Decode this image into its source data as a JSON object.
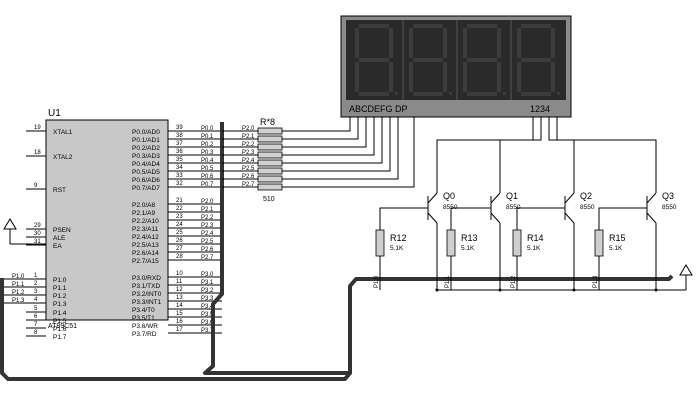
{
  "chip": {
    "ref": "U1",
    "part": "AT89C51",
    "left_pins": [
      {
        "num": "19",
        "name": "XTAL1"
      },
      {
        "num": "18",
        "name": "XTAL2"
      },
      {
        "num": "9",
        "name": "RST"
      },
      {
        "num": "29",
        "name": "PSEN"
      },
      {
        "num": "30",
        "name": "ALE"
      },
      {
        "num": "31",
        "name": "EA"
      },
      {
        "num": "1",
        "name": "P1.0"
      },
      {
        "num": "2",
        "name": "P1.1"
      },
      {
        "num": "3",
        "name": "P1.2"
      },
      {
        "num": "4",
        "name": "P1.3"
      },
      {
        "num": "5",
        "name": "P1.4"
      },
      {
        "num": "6",
        "name": "P1.5"
      },
      {
        "num": "7",
        "name": "P1.6"
      },
      {
        "num": "8",
        "name": "P1.7"
      }
    ],
    "right_pins": [
      {
        "num": "39",
        "name": "P0.0/AD0"
      },
      {
        "num": "38",
        "name": "P0.1/AD1"
      },
      {
        "num": "37",
        "name": "P0.2/AD2"
      },
      {
        "num": "36",
        "name": "P0.3/AD3"
      },
      {
        "num": "35",
        "name": "P0.4/AD4"
      },
      {
        "num": "34",
        "name": "P0.5/AD5"
      },
      {
        "num": "33",
        "name": "P0.6/AD6"
      },
      {
        "num": "32",
        "name": "P0.7/AD7"
      },
      {
        "num": "21",
        "name": "P2.0/A8"
      },
      {
        "num": "22",
        "name": "P2.1/A9"
      },
      {
        "num": "23",
        "name": "P2.2/A10"
      },
      {
        "num": "24",
        "name": "P2.3/A11"
      },
      {
        "num": "25",
        "name": "P2.4/A12"
      },
      {
        "num": "26",
        "name": "P2.5/A13"
      },
      {
        "num": "27",
        "name": "P2.6/A14"
      },
      {
        "num": "28",
        "name": "P2.7/A15"
      },
      {
        "num": "10",
        "name": "P3.0/RXD"
      },
      {
        "num": "11",
        "name": "P3.1/TXD"
      },
      {
        "num": "12",
        "name": "P3.2/INT0"
      },
      {
        "num": "13",
        "name": "P3.3/INT1"
      },
      {
        "num": "14",
        "name": "P3.4/T0"
      },
      {
        "num": "15",
        "name": "P3.5/T1"
      },
      {
        "num": "16",
        "name": "P3.6/WR"
      },
      {
        "num": "17",
        "name": "P3.7/RD"
      }
    ],
    "right_nets": [
      "P0.0",
      "P0.1",
      "P0.2",
      "P0.3",
      "P0.4",
      "P0.5",
      "P0.6",
      "P0.7",
      "P2.0",
      "P2.1",
      "P2.2",
      "P2.3",
      "P2.4",
      "P2.5",
      "P2.6",
      "P2.7",
      "P3.0",
      "P3.1",
      "P3.2",
      "P3.3",
      "P3.4",
      "P3.5",
      "P3.6",
      "P3.7"
    ],
    "left_nets": [
      "P1.0",
      "P1.1",
      "P1.2",
      "P1.3"
    ]
  },
  "resistor_array": {
    "ref": "R*8",
    "value": "510",
    "nets": [
      "P2.0",
      "P2.1",
      "P2.2",
      "P2.3",
      "P2.4",
      "P2.5",
      "P2.6",
      "P2.7"
    ]
  },
  "display": {
    "segment_label": "ABCDEFG  DP",
    "digit_label": "1234",
    "digits": 4
  },
  "transistors": [
    {
      "ref": "Q0",
      "part": "8550"
    },
    {
      "ref": "Q1",
      "part": "8550"
    },
    {
      "ref": "Q2",
      "part": "8550"
    },
    {
      "ref": "Q3",
      "part": "8550"
    }
  ],
  "base_resistors": [
    {
      "ref": "R12",
      "value": "5.1K",
      "net": "P1.0"
    },
    {
      "ref": "R13",
      "value": "5.1K",
      "net": "P1.1"
    },
    {
      "ref": "R14",
      "value": "5.1K",
      "net": "P1.2"
    },
    {
      "ref": "R15",
      "value": "5.1K",
      "net": "P1.3"
    }
  ]
}
